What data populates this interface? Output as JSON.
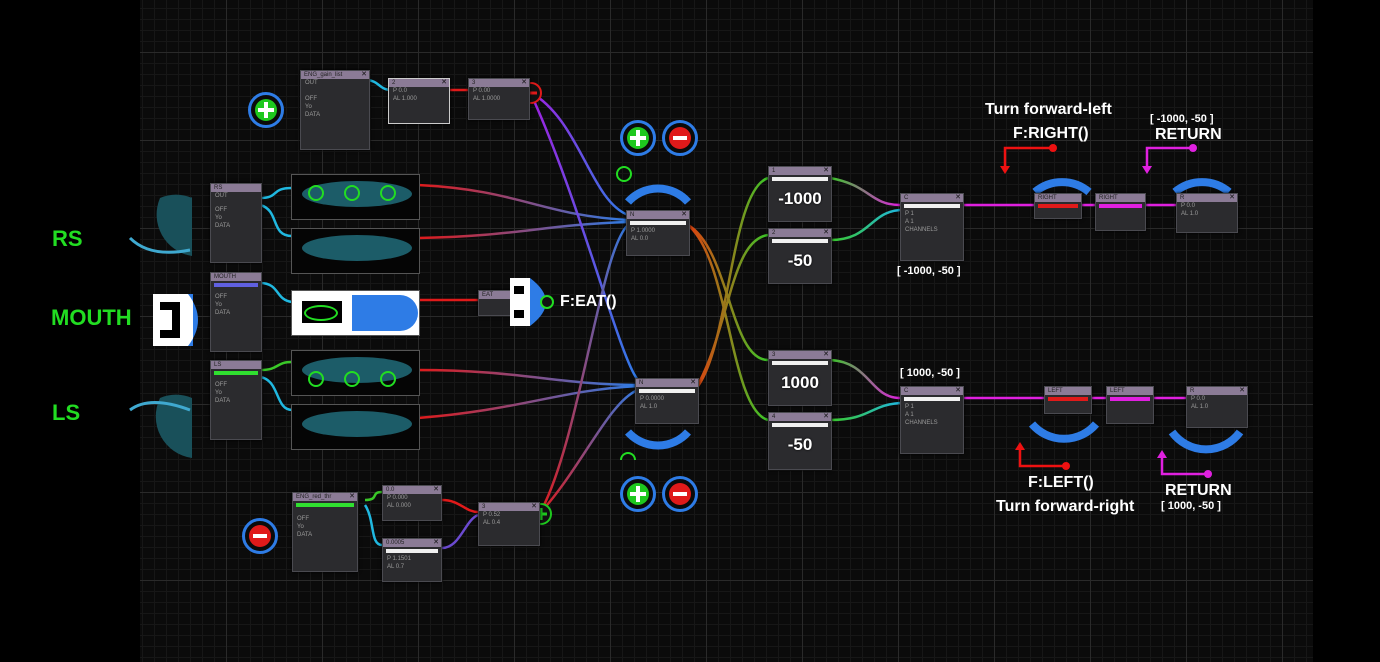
{
  "sensors": {
    "rs_label": "RS",
    "mouth_label": "MOUTH",
    "ls_label": "LS"
  },
  "mouth_action": {
    "label": "F:EAT()"
  },
  "values": {
    "neg_1000": "-1000",
    "neg_50_top": "-50",
    "pos_1000": "1000",
    "neg_50_bottom": "-50"
  },
  "right_branch": {
    "description": "Turn forward-left",
    "function": "F:RIGHT()",
    "vector_in": "[ -1000, -50 ]",
    "return_vector": "[ -1000, -50 ]",
    "return_label": "RETURN"
  },
  "left_branch": {
    "description": "Turn forward-right",
    "function": "F:LEFT()",
    "vector_in": "[ 1000, -50 ]",
    "return_vector": "[ 1000, -50 ]",
    "return_label": "RETURN"
  },
  "node_labels": {
    "data": "DATA",
    "off": "OFF",
    "rs_node": "RS",
    "mouth_node": "MOUTH",
    "ls_node": "LS",
    "eat_node": "EAT",
    "right_node": "RIGHT",
    "left_node": "LEFT",
    "channels": "CHANNELS"
  },
  "colors": {
    "accent_blue": "#2e7ce6",
    "plus_green": "#1ec81e",
    "minus_red": "#e01a1a",
    "label_green": "#22dd22",
    "wire_magenta": "#e020e0",
    "arrow_red": "#ee1111"
  },
  "icons": [
    "plus-icon",
    "minus-icon",
    "sensor-arc-icon",
    "mouth-icon",
    "arrow-icon"
  ]
}
